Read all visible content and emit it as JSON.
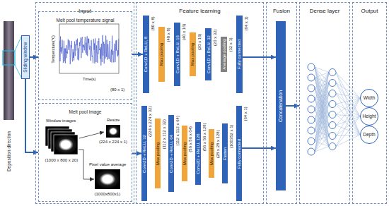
{
  "diagram": {
    "nodes": [
      {
        "text": [
          "Sliding window"
        ]
      },
      {
        "text": [
          "Input"
        ]
      },
      {
        "text": [
          "Melt pool temperature signal"
        ],
        "in": 1
      },
      {
        "text": [
          "Melt pool image"
        ],
        "in": 1
      },
      {
        "text": [
          "Feature learning"
        ]
      },
      {
        "text": [
          "Conv1D + ReLU, 8"
        ],
        "in": 4
      },
      {
        "text": [
          "Max pooling"
        ],
        "in": 4
      },
      {
        "text": [
          "Conv1D + ReLU, 16"
        ],
        "in": 4
      },
      {
        "text": [
          "Max pooling"
        ],
        "in": 4
      },
      {
        "text": [
          "Conv1D + ReLU, 32"
        ],
        "in": 4
      },
      {
        "text": [
          "Average pooling"
        ],
        "in": 4
      },
      {
        "text": [
          "Fully connected"
        ],
        "in": 4
      },
      {
        "text": [
          "Conv2D + ReLU, 32"
        ],
        "in": 4
      },
      {
        "text": [
          "Max pooling"
        ],
        "in": 4
      },
      {
        "text": [
          "Conv2D + ReLU, 64"
        ],
        "in": 4
      },
      {
        "text": [
          "Max pooling"
        ],
        "in": 4
      },
      {
        "text": [
          "Conv2D + ReLU, 128"
        ],
        "in": 4
      },
      {
        "text": [
          "Max pooling"
        ],
        "in": 4
      },
      {
        "text": [
          "Flatten"
        ],
        "in": 4
      },
      {
        "text": [
          "Fully connected"
        ],
        "in": 4
      },
      {
        "text": [
          "Fusion"
        ]
      },
      {
        "text": [
          "Concatenation"
        ],
        "in": 20
      },
      {
        "text": [
          "Dense layer"
        ]
      },
      {
        "text": [
          "Output"
        ]
      },
      {
        "text": [
          "Width"
        ],
        "in": 23
      },
      {
        "text": [
          "Height"
        ],
        "in": 23
      },
      {
        "text": [
          "Depth"
        ],
        "in": 23
      }
    ],
    "edges": [
      {
        "from": 0,
        "to": 2,
        "arrow": "to"
      },
      {
        "from": 0,
        "to": 3,
        "arrow": "to"
      },
      {
        "from": 2,
        "to": 5,
        "arrow": "to"
      },
      {
        "from": 3,
        "to": 12,
        "arrow": "to"
      },
      {
        "from": 11,
        "to": 21,
        "arrow": "to"
      },
      {
        "from": 19,
        "to": 21,
        "arrow": "to"
      },
      {
        "from": 21,
        "to": 22,
        "arrow": "to"
      }
    ],
    "labels": [
      "Deposition direction",
      "Temperature(℃)",
      "Time(s)",
      "(80 x 1)",
      "Window images",
      "(1000 x 800 x 20)",
      "Resize",
      "(224 x 224 x 1)",
      "Pixel value average",
      "(1000x800x1)",
      "(80 x 8)",
      "(40 x 8)",
      "(40 x 16)",
      "(20 x 16)",
      "(20 x 32)",
      "(32 x 1)",
      "(64 x 1)",
      "(224 x 224 x 32)",
      "(112 x 112 x 32)",
      "(112 x 112 x 64)",
      "(56 x 56 x 64)",
      "(56 x 56 x 128)",
      "(28 x 28 x 128)",
      "(100352 x 1)",
      "(64 x 1)"
    ]
  }
}
